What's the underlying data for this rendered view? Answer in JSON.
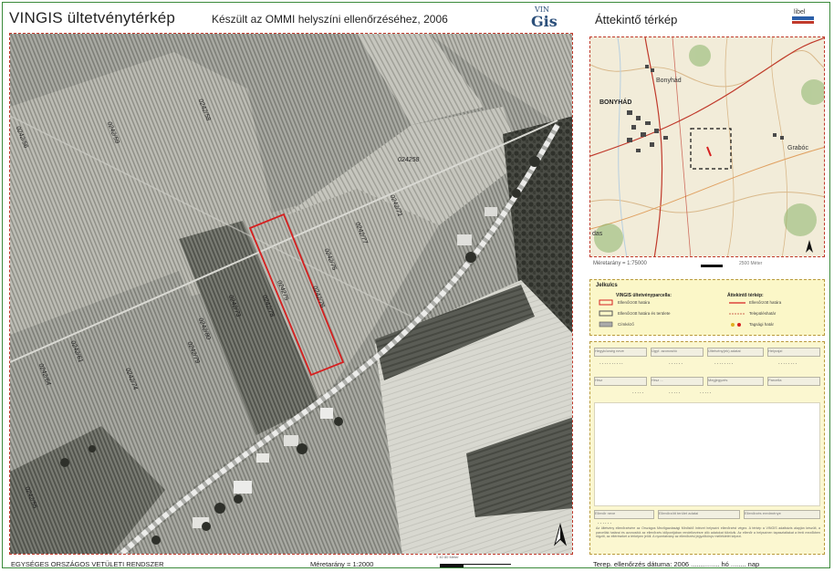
{
  "header": {
    "title": "VINGIS ültetvénytérkép",
    "subtitle": "Készült az OMMI helyszíni ellenőrzéséhez, 2006",
    "logo_top": "VIN",
    "logo_main": "Gis"
  },
  "overview": {
    "title": "Áttekintő térkép",
    "logo_text": "libel",
    "town_labels": [
      "Bonyhád",
      "BONYHÁD",
      "Grabóc",
      "das"
    ],
    "scale": "Méretarány = 1:75000",
    "scale_unit": "2500 Méter"
  },
  "legend": {
    "heading": "Jelkulcs",
    "col1_title": "VINGIS ültetvényparcella:",
    "col1_items": [
      "Ellenőrzött határa",
      "Ellenőrzött határa és területe",
      "Címkéző"
    ],
    "col2_title": "Áttekintő térkép:",
    "col2_items": [
      "Ellenőrzött határa",
      "Településhatár",
      "Tagsági határ"
    ]
  },
  "form": {
    "row1_fields": [
      "Hegyközség neve",
      "Ügyf. azonosító",
      "Ültetvény(ek) adatai",
      "Helyrajzi"
    ],
    "row1_dots": [
      "..........",
      "......",
      "........",
      "........"
    ],
    "row2_fields": [
      "Hrsz",
      "Hrsz ...",
      "Megjegyzés",
      "Parcella"
    ],
    "row2_dots": [
      ".....",
      ".....",
      "....."
    ],
    "row3_fields": [
      "Ellenőr neve",
      "Ellenőrzött terület adatai",
      "Ellenőrzés eredménye"
    ],
    "row3_dots": [
      "......"
    ],
    "fine_print": "Az ültetvény ellenőrzésére az Országos Mezőgazdasági Minősítő Intézet helyszíni ellenőrzést végez. A térkép a VINGIS adatbázis alapján készült, a parcellák határai és azonosítói az ellenőrzés időpontjában rendelkezésre álló adatokat tükrözik. Az ellenőr a helyszínen tapasztaltakat a fenti mezőkben rögzíti, az eltéréseket a térképen jelöli. A nyomtatvány az ellenőrzési jegyzőkönyv mellékletét képezi."
  },
  "main_map": {
    "parcels": [
      "024275",
      "0242/76",
      "0242/75",
      "0242/78",
      "0242/73",
      "0242/77",
      "0242/71",
      "0242/80",
      "0242/79",
      "0242/74",
      "0242/61",
      "0242/64",
      "0242/59",
      "0242/58",
      "024258",
      "0242/56",
      "0242/55"
    ],
    "highlight_color": "#d62020"
  },
  "footer": {
    "projection": "EGYSÉGES ORSZÁGOS VETÜLETI RENDSZER",
    "scale": "Méretarány = 1:2000",
    "scale_ticks": "0        40        80 Méter",
    "inspection": "Terep. ellenőrzés dátuma: 2006 ............... hó ........ nap"
  }
}
